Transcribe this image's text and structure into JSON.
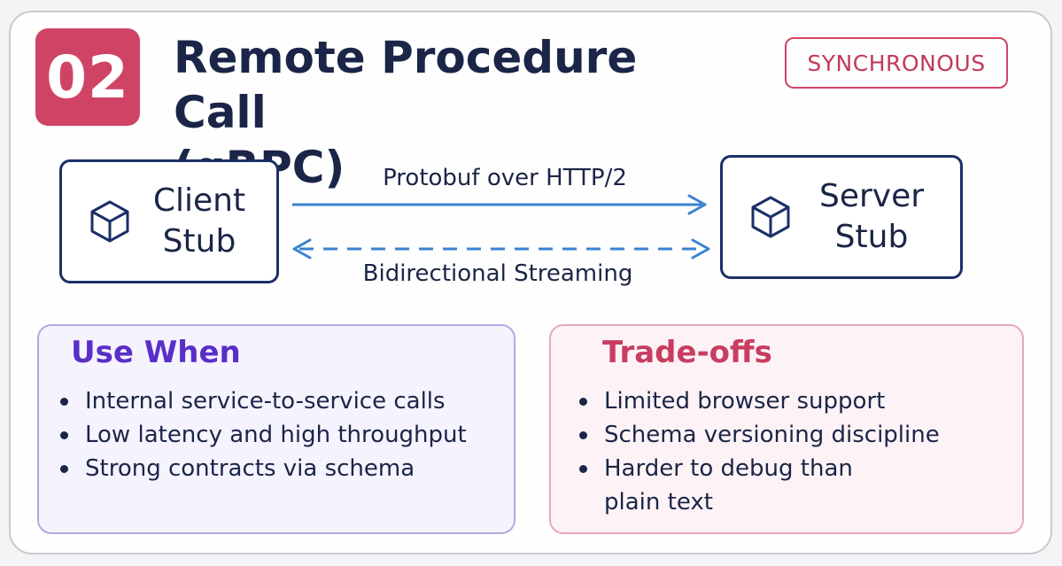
{
  "header": {
    "number": "02",
    "title_line1": "Remote Procedure Call",
    "title_line2": "(gRPC)",
    "tag": "SYNCHRONOUS"
  },
  "diagram": {
    "client": {
      "line1": "Client",
      "line2": "Stub",
      "icon": "cube-icon"
    },
    "server": {
      "line1": "Server",
      "line2": "Stub",
      "icon": "cube-icon"
    },
    "top_arrow_label": "Protobuf over HTTP/2",
    "bottom_arrow_label": "Bidirectional Streaming"
  },
  "use_when": {
    "title": "Use When",
    "items": [
      "Internal service-to-service calls",
      "Low latency and high throughput",
      "Strong contracts via schema"
    ]
  },
  "tradeoffs": {
    "title": "Trade-offs",
    "items": [
      "Limited browser support",
      "Schema versioning discipline",
      "Harder to debug than",
      "plain text"
    ]
  },
  "colors": {
    "accent": "#cf4464",
    "navy": "#1c2f66",
    "arrow": "#3a82d0",
    "use_title": "#5a2ec8",
    "trade_title": "#c83d60"
  }
}
